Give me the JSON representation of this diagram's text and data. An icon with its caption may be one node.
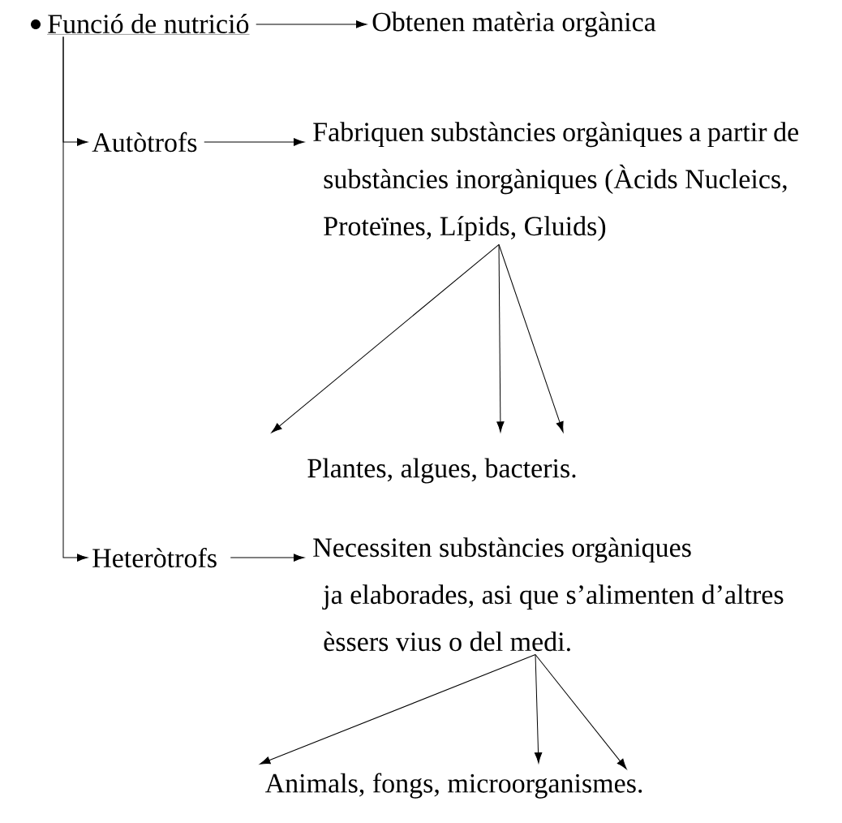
{
  "diagram": {
    "nodes": [
      {
        "text": [
          "Funció de nutrició"
        ]
      },
      {
        "text": [
          "Obtenen matèria orgànica"
        ]
      },
      {
        "text": [
          "Autòtrofs"
        ]
      },
      {
        "text": [
          "Fabriquen substàncies orgàniques a partir de substàncies inorgàniques (Àcids Nucleics, Proteïnes, Lípids, Gluids)"
        ]
      },
      {
        "text": [
          "Plantes, algues, bacteris."
        ]
      },
      {
        "text": [
          "Heteròtrofs"
        ]
      },
      {
        "text": [
          "Necessiten substàncies orgàniques ja elaborades, asi que s’alimenten d’altres èssers vius o del medi."
        ]
      },
      {
        "text": [
          "Animals, fongs, microorganismes."
        ]
      }
    ],
    "edges": [
      {
        "from": 0,
        "to": 1,
        "arrow": "to"
      },
      {
        "from": 0,
        "to": 2,
        "arrow": "to"
      },
      {
        "from": 0,
        "to": 5,
        "arrow": "to"
      },
      {
        "from": 2,
        "to": 3,
        "arrow": "to"
      },
      {
        "from": 3,
        "to": 4,
        "arrow": "to"
      },
      {
        "from": 3,
        "to": 4,
        "arrow": "to"
      },
      {
        "from": 3,
        "to": 4,
        "arrow": "to"
      },
      {
        "from": 5,
        "to": 6,
        "arrow": "to"
      },
      {
        "from": 6,
        "to": 7,
        "arrow": "to"
      },
      {
        "from": 6,
        "to": 7,
        "arrow": "to"
      },
      {
        "from": 6,
        "to": 7,
        "arrow": "to"
      }
    ]
  }
}
